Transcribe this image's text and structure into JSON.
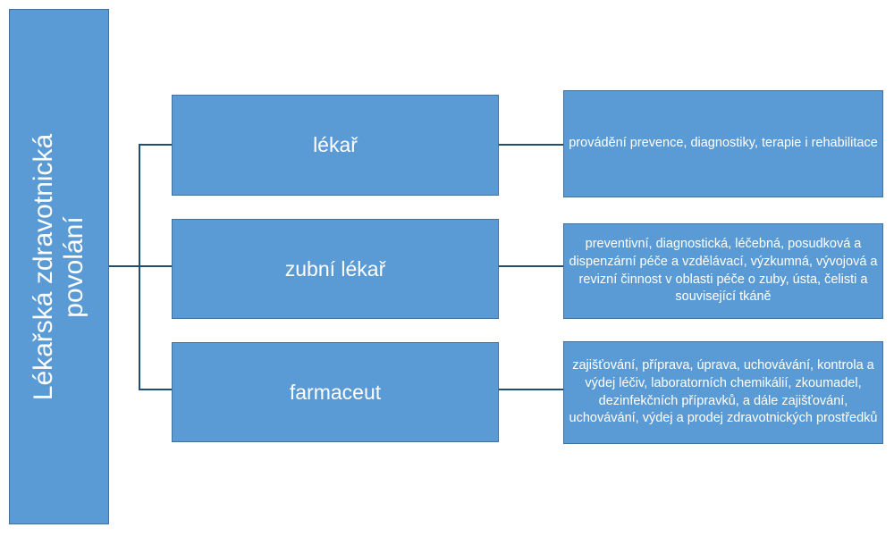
{
  "diagram": {
    "type": "hierarchy-tree",
    "orientation": "left-to-right",
    "colors": {
      "node_fill": "#5B9BD5",
      "node_border": "#41719C",
      "connector": "#1F4E79",
      "node_text": "#FFFFFF",
      "background": "#FFFFFF"
    },
    "root": {
      "lines": [
        "Lékařská zdravotnická",
        "povolání"
      ],
      "rotation": "-90deg"
    },
    "branches": [
      {
        "label": "lékař",
        "description": "provádění prevence, diagnostiky, terapie i rehabilitace"
      },
      {
        "label": "zubní lékař",
        "description": "preventivní, diagnostická, léčebná, posudková a dispenzární péče a vzdělávací, výzkumná, vývojová a revizní činnost v oblasti péče o zuby, ústa, čelisti a související tkáně"
      },
      {
        "label": "farmaceut",
        "description": "zajišťování, příprava, úprava, uchovávání, kontrola a výdej léčiv, laboratorních chemikálií, zkoumadel, dezinfekčních přípravků, a dále zajišťování, uchovávání, výdej a prodej zdravotnických prostředků"
      }
    ]
  }
}
